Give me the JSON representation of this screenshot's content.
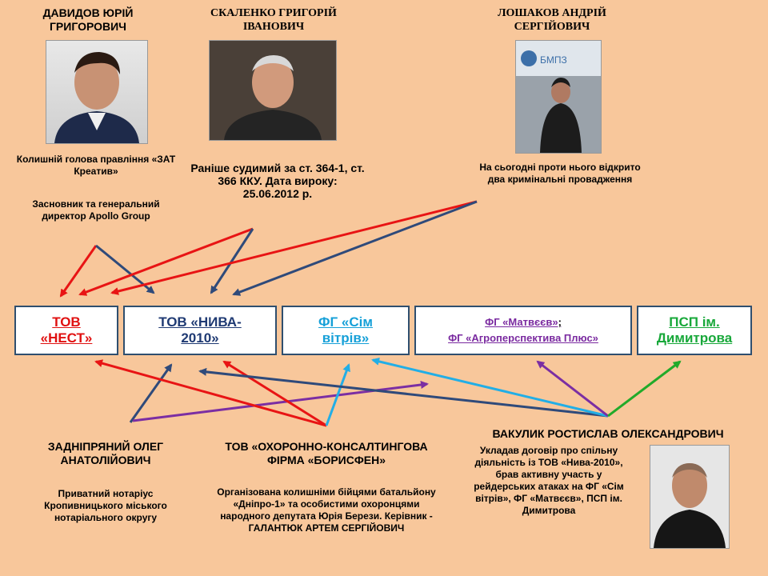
{
  "people": {
    "davydov": {
      "name": "ДАВИДОВ ЮРІЙ\nГРИГОРОВИЧ",
      "desc1": "Колишній голова правління «ЗАТ Креатив»",
      "desc2": "Засновник та генеральний директор Apollo Group"
    },
    "skalenko": {
      "name": "СКАЛЕНКО ГРИГОРІЙ\nІВАНОВИЧ",
      "desc": "Раніше судимий за ст. 364-1, ст. 366 ККУ. Дата вироку: 25.06.2012 р."
    },
    "loshakov": {
      "name": "ЛОШАКОВ АНДРІЙ\nСЕРГІЙОВИЧ",
      "desc": "На сьогодні проти нього відкрито два кримінальні провадження",
      "sign": "БМПЗ"
    },
    "zadnipryanyi": {
      "name": "ЗАДНІПРЯНИЙ ОЛЕГ\nАНАТОЛІЙОВИЧ",
      "desc": "Приватний нотаріус Кропивницького міського нотаріального округу"
    },
    "borysfen": {
      "name": "ТОВ «ОХОРОННО-КОНСАЛТИНГОВА\nФІРМА «БОРИСФЕН»",
      "desc": "Організована колишніми бійцями батальйону «Дніпро-1» та особистими охоронцями народного депутата Юрія Берези. Керівник - ГАЛАНТЮК АРТЕМ СЕРГІЙОВИЧ"
    },
    "vakulyk": {
      "name": "ВАКУЛИК РОСТИСЛАВ ОЛЕКСАНДРОВИЧ",
      "desc": "Укладав договір про спільну діяльність із ТОВ «Нива-2010», брав активну участь у рейдерських атаках на ФГ «Сім вітрів», ФГ «Матвєєв», ПСП ім. Димитрова"
    }
  },
  "companies": {
    "nest": {
      "label": "ТОВ\n«НЕСТ»",
      "color": "#e01010"
    },
    "nyva": {
      "label": "ТОВ «НИВА-\n2010»",
      "color": "#1f3a73"
    },
    "sim_vitriv": {
      "label": "ФГ «Сім\nвітрів»",
      "color": "#16a0d8"
    },
    "matvieiev": {
      "line1": "ФГ «Матвєєв»",
      "sep": ";",
      "line2": "ФГ «Агроперспектива  Плюс»",
      "color": "#7a2aa0"
    },
    "dymytrova": {
      "label": "ПСП ім.\nДимитрова",
      "color": "#18a83a"
    }
  },
  "arrow_colors": {
    "red": "#e81414",
    "navy": "#2f4a7a",
    "purple": "#7b2ea3",
    "cyan": "#22aee6",
    "green": "#22aa2a"
  }
}
